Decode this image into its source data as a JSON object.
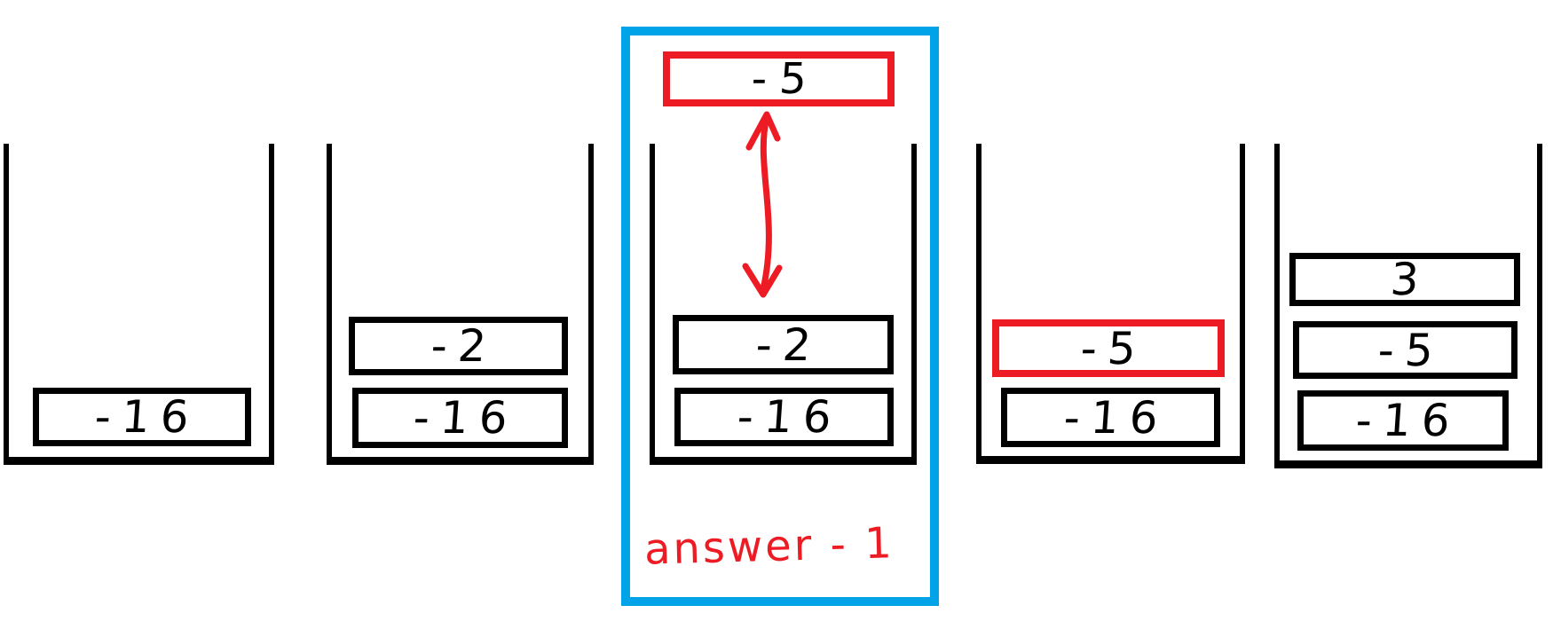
{
  "colors": {
    "background": "#ffffff",
    "ink_black": "#000000",
    "highlight_blue": "#00a2e8",
    "accent_red": "#ed1c24"
  },
  "diagram": {
    "type": "hand-drawn stack (bucket) diagram",
    "stacks": [
      {
        "name": "stack-1",
        "items": [
          {
            "value": "-16",
            "border": "black"
          }
        ]
      },
      {
        "name": "stack-2",
        "items": [
          {
            "value": "-2",
            "border": "black"
          },
          {
            "value": "-16",
            "border": "black"
          }
        ]
      },
      {
        "name": "stack-3",
        "highlighted": true,
        "frame_color": "#00a2e8",
        "floating_item": {
          "value": "-5",
          "border": "red"
        },
        "arrow": "red double-headed vertical arrow between floating -5 box and stack top",
        "arrow_color": "#ed1c24",
        "items": [
          {
            "value": "-2",
            "border": "black"
          },
          {
            "value": "-16",
            "border": "black"
          }
        ],
        "caption": "answer - 1"
      },
      {
        "name": "stack-4",
        "items": [
          {
            "value": "-5",
            "border": "red"
          },
          {
            "value": "-16",
            "border": "black"
          }
        ]
      },
      {
        "name": "stack-5",
        "items": [
          {
            "value": "3",
            "border": "black"
          },
          {
            "value": "-5",
            "border": "black"
          },
          {
            "value": "-16",
            "border": "black"
          }
        ]
      }
    ],
    "annotations": {
      "answer_label": "answer - 1",
      "floating_value": "-5"
    }
  }
}
